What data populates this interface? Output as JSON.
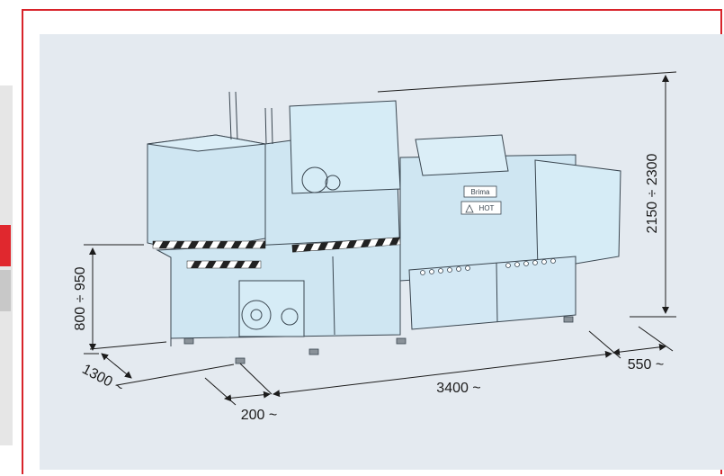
{
  "colors": {
    "frame_border": "#d8232a",
    "accent_red": "#e0282e",
    "panel_background": "#e4eaf0",
    "machine_fill": "#cfe6f2",
    "machine_line": "#3a4650"
  },
  "machine": {
    "brand_label": "Brima",
    "warning_label": "HOT"
  },
  "dimensions": {
    "height": "2150 ÷ 2300",
    "table_height": "800 ÷ 950",
    "depth": "1300 ~",
    "offset": "200 ~",
    "length": "3400 ~",
    "extension": "550 ~"
  }
}
